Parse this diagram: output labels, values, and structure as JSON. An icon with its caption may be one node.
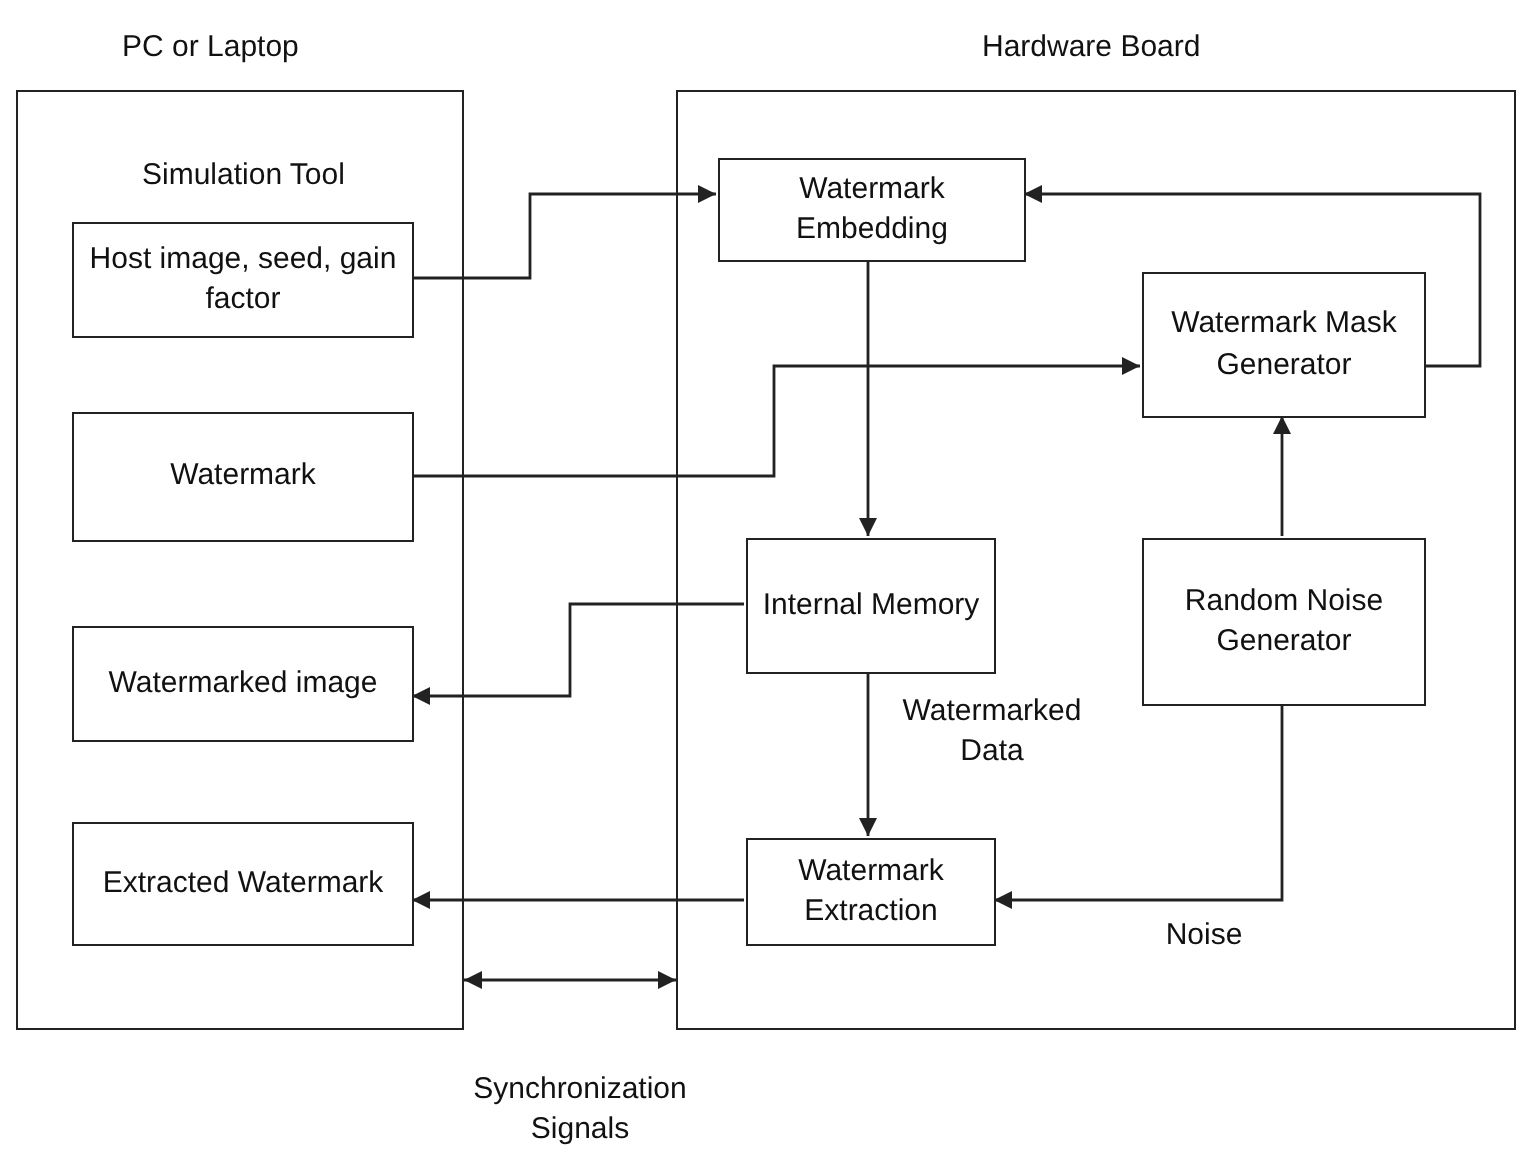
{
  "diagram": {
    "nodes": [
      {
        "text": [
          "PC or Laptop",
          "Simulation Tool"
        ]
      },
      {
        "text": [
          "Hardware Board"
        ]
      },
      {
        "text": [
          "Host image, seed, gain factor"
        ],
        "in": 0
      },
      {
        "text": [
          "Watermark"
        ],
        "in": 0
      },
      {
        "text": [
          "Watermarked image"
        ],
        "in": 0
      },
      {
        "text": [
          "Extracted Watermark"
        ],
        "in": 0
      },
      {
        "text": [
          "Watermark Embedding"
        ],
        "in": 1
      },
      {
        "text": [
          "Watermark Mask Generator"
        ],
        "in": 1
      },
      {
        "text": [
          "Internal Memory"
        ],
        "in": 1
      },
      {
        "text": [
          "Random Noise Generator"
        ],
        "in": 1
      },
      {
        "text": [
          "Watermark Extraction"
        ],
        "in": 1
      }
    ],
    "edges": [
      {
        "from": 2,
        "to": 6,
        "arrow": "to"
      },
      {
        "from": 3,
        "to": 7,
        "arrow": "to"
      },
      {
        "from": 7,
        "to": 6,
        "arrow": "to"
      },
      {
        "from": 6,
        "to": 8,
        "arrow": "to"
      },
      {
        "from": 8,
        "to": 4,
        "arrow": "to"
      },
      {
        "from": 8,
        "to": 10,
        "arrow": "to",
        "label": "Watermarked Data"
      },
      {
        "from": 9,
        "to": 7,
        "arrow": "to"
      },
      {
        "from": 9,
        "to": 10,
        "arrow": "to",
        "label": "Noise"
      },
      {
        "from": 10,
        "to": 5,
        "arrow": "to"
      },
      {
        "from": 0,
        "to": 1,
        "arrow": "both",
        "label": "Synchronization Signals"
      }
    ]
  }
}
